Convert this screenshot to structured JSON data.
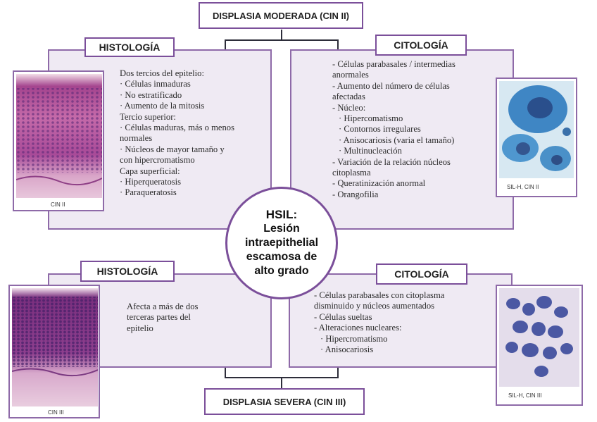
{
  "titles": {
    "top": "DISPLASIA MODERADA (CIN II)",
    "bottom": "DISPLASIA SEVERA (CIN III)"
  },
  "center": {
    "line1": "HSIL:",
    "line2": "Lesión",
    "line3": "intraepithelial",
    "line4": "escamosa de",
    "line5": "alto grado"
  },
  "top_left": {
    "label": "HISTOLOGÍA",
    "image_caption": "CIN II",
    "lines": [
      "Dos tercios del epitelio:",
      "· Células inmaduras",
      "· No estratificado",
      "· Aumento de la mitosis",
      "Tercio superior:",
      "· Células maduras, más o menos",
      "normales",
      "· Núcleos de mayor tamaño y",
      "con hipercromatismo",
      "Capa superficial:",
      "· Hiperqueratosis",
      "· Paraqueratosis"
    ]
  },
  "top_right": {
    "label": "CITOLOGÍA",
    "image_caption": "SIL-H, CIN II",
    "lines": [
      "- Células parabasales / intermedias",
      "anormales",
      "- Aumento del número de células",
      "afectadas",
      "- Núcleo:",
      "· Hipercomatismo",
      "· Contornos irregulares",
      "· Anisocariosis (varia el tamaño)",
      "· Multinucleación",
      "- Variación de la relación núcleos",
      "citoplasma",
      "- Queratinización anormal",
      "- Orangofilia"
    ]
  },
  "bottom_left": {
    "label": "HISTOLOGÍA",
    "image_caption": "CIN III",
    "lines": [
      "Afecta a más de dos",
      "terceras partes del",
      "epitelio"
    ]
  },
  "bottom_right": {
    "label": "CITOLOGÍA",
    "image_caption": "SIL-H, CIN III",
    "lines": [
      "- Células parabasales con citoplasma",
      "disminuido y núcleos aumentados",
      "- Células sueltas",
      "- Alteraciones nucleares:",
      "· Hipercromatismo",
      "· Anisocariosis"
    ]
  },
  "colors": {
    "border": "#7b4f9a",
    "panel": "#efeaf3",
    "histology_stain": "#b05aa8",
    "cytology_stain": "#3f86c4"
  }
}
